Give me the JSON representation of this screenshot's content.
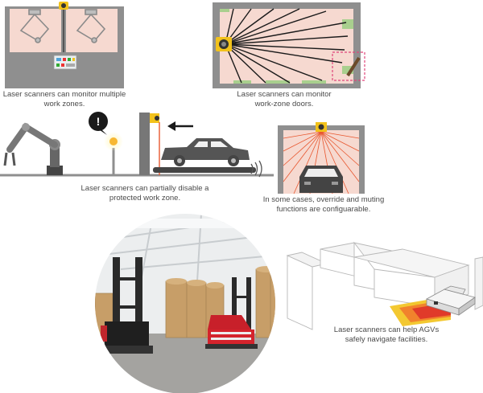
{
  "captions": {
    "multiple_zones": "Laser scanners can monitor multiple\nwork zones.",
    "zone_doors": "Laser scanners can monitor\nwork-zone doors.",
    "partial_disable": "Laser scanners can partially disable a\nprotected work zone.",
    "override_muting": "In some cases, override and muting\nfunctions are configuarable.",
    "agv_navigate": "Laser scanners can help AGVs\nsafely navigate facilities."
  },
  "alert_symbol": "!",
  "colors": {
    "wall_gray": "#8f8f8f",
    "zone_pink": "#f6d9d0",
    "beam_red": "#e8572f",
    "scanner_yellow": "#f2c21b",
    "car_gray": "#555555",
    "green_zone": "#a9cf8e",
    "alert_black": "#1a1a1a"
  }
}
